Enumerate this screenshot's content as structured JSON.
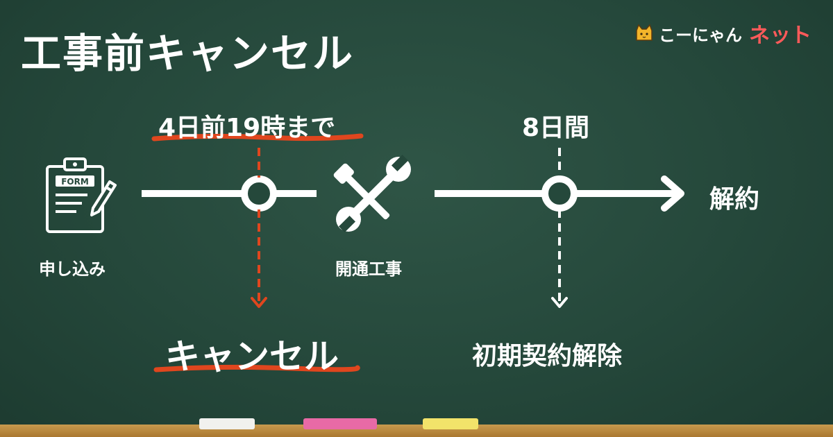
{
  "title": "工事前キャンセル",
  "logo": {
    "text": "こーにゃん",
    "accent": "ネット",
    "icon": "cat-icon"
  },
  "timeline": {
    "deadline": "4日前19時まで",
    "interval": "8日間",
    "contract_end": "解約",
    "apply_label": "申し込み",
    "construction_label": "開通工事",
    "cancel_label": "キャンセル",
    "initial_cancel_label": "初期契約解除"
  },
  "form_icon_text": "FORM",
  "icons": [
    "form-clipboard-icon",
    "pen-icon",
    "tools-icon",
    "arrow-right-icon",
    "arrow-down-icon"
  ],
  "colors": {
    "board": "#25483b",
    "chalk_white": "#ffffff",
    "accent_red": "#e0461e",
    "chalk_pink": "#e86aa6",
    "chalk_yellow": "#f2e36a",
    "chalk_white_piece": "#f1f1ee"
  }
}
